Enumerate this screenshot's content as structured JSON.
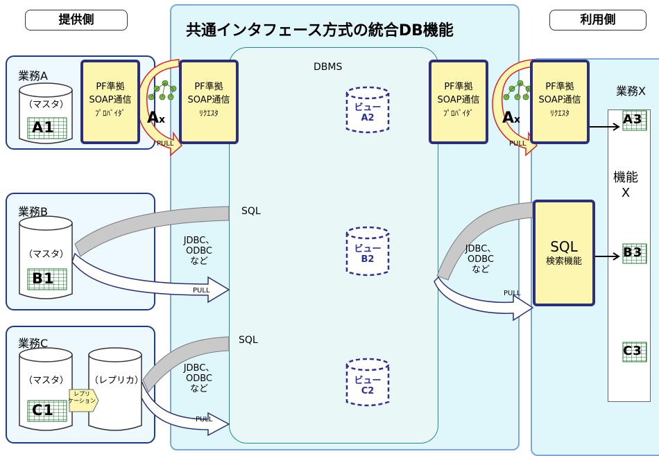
{
  "header": {
    "provider_side": "提供側",
    "title": "共通インタフェース方式の統合DB機能",
    "user_side": "利用側"
  },
  "dbms": {
    "label": "DBMS",
    "views": [
      {
        "line1": "ビュー",
        "line2": "A2"
      },
      {
        "line1": "ビュー",
        "line2": "B2"
      },
      {
        "line1": "ビュー",
        "line2": "C2"
      }
    ]
  },
  "business": {
    "a": {
      "title": "業務A",
      "db_label": "（マスタ）",
      "table_tag": "A1"
    },
    "b": {
      "title": "業務B",
      "db_label": "（マスタ）",
      "table_tag": "B1"
    },
    "c": {
      "title": "業務C",
      "db_label": "（マスタ）",
      "replica_label": "（レプリカ）",
      "replication_label": "レプリ\nケーション",
      "table_tag": "C1"
    },
    "x": {
      "title": "業務X",
      "function_label": "機能\nX",
      "tags": [
        "A3",
        "B3",
        "C3"
      ]
    }
  },
  "soap": {
    "provider_left": {
      "l1": "PF準拠",
      "l2": "SOAP通信",
      "l3": "ﾌﾟﾛﾊﾞｲﾀﾞ"
    },
    "requester_left": {
      "l1": "PF準拠",
      "l2": "SOAP通信",
      "l3": "ﾘｸｴｽﾀ"
    },
    "provider_right": {
      "l1": "PF準拠",
      "l2": "SOAP通信",
      "l3": "ﾌﾟﾛﾊﾞｲﾀﾞ"
    },
    "requester_right": {
      "l1": "PF準拠",
      "l2": "SOAP通信",
      "l3": "ﾘｸｴｽﾀ"
    }
  },
  "sql_search": {
    "line1": "SQL",
    "line2": "検索機能"
  },
  "labels": {
    "sql": "SQL",
    "jdbc": "JDBC、\nODBC\nなど",
    "pull": "PULL",
    "ax": "A",
    "ax_sub": "x"
  },
  "colors": {
    "panel_fill": "#dff6fb",
    "dbms_fill": "#e9f8f7",
    "soap_fill": "#fdf6b0",
    "soap_border": "#2b2f7a",
    "view_dash": "#2b2f9a"
  }
}
